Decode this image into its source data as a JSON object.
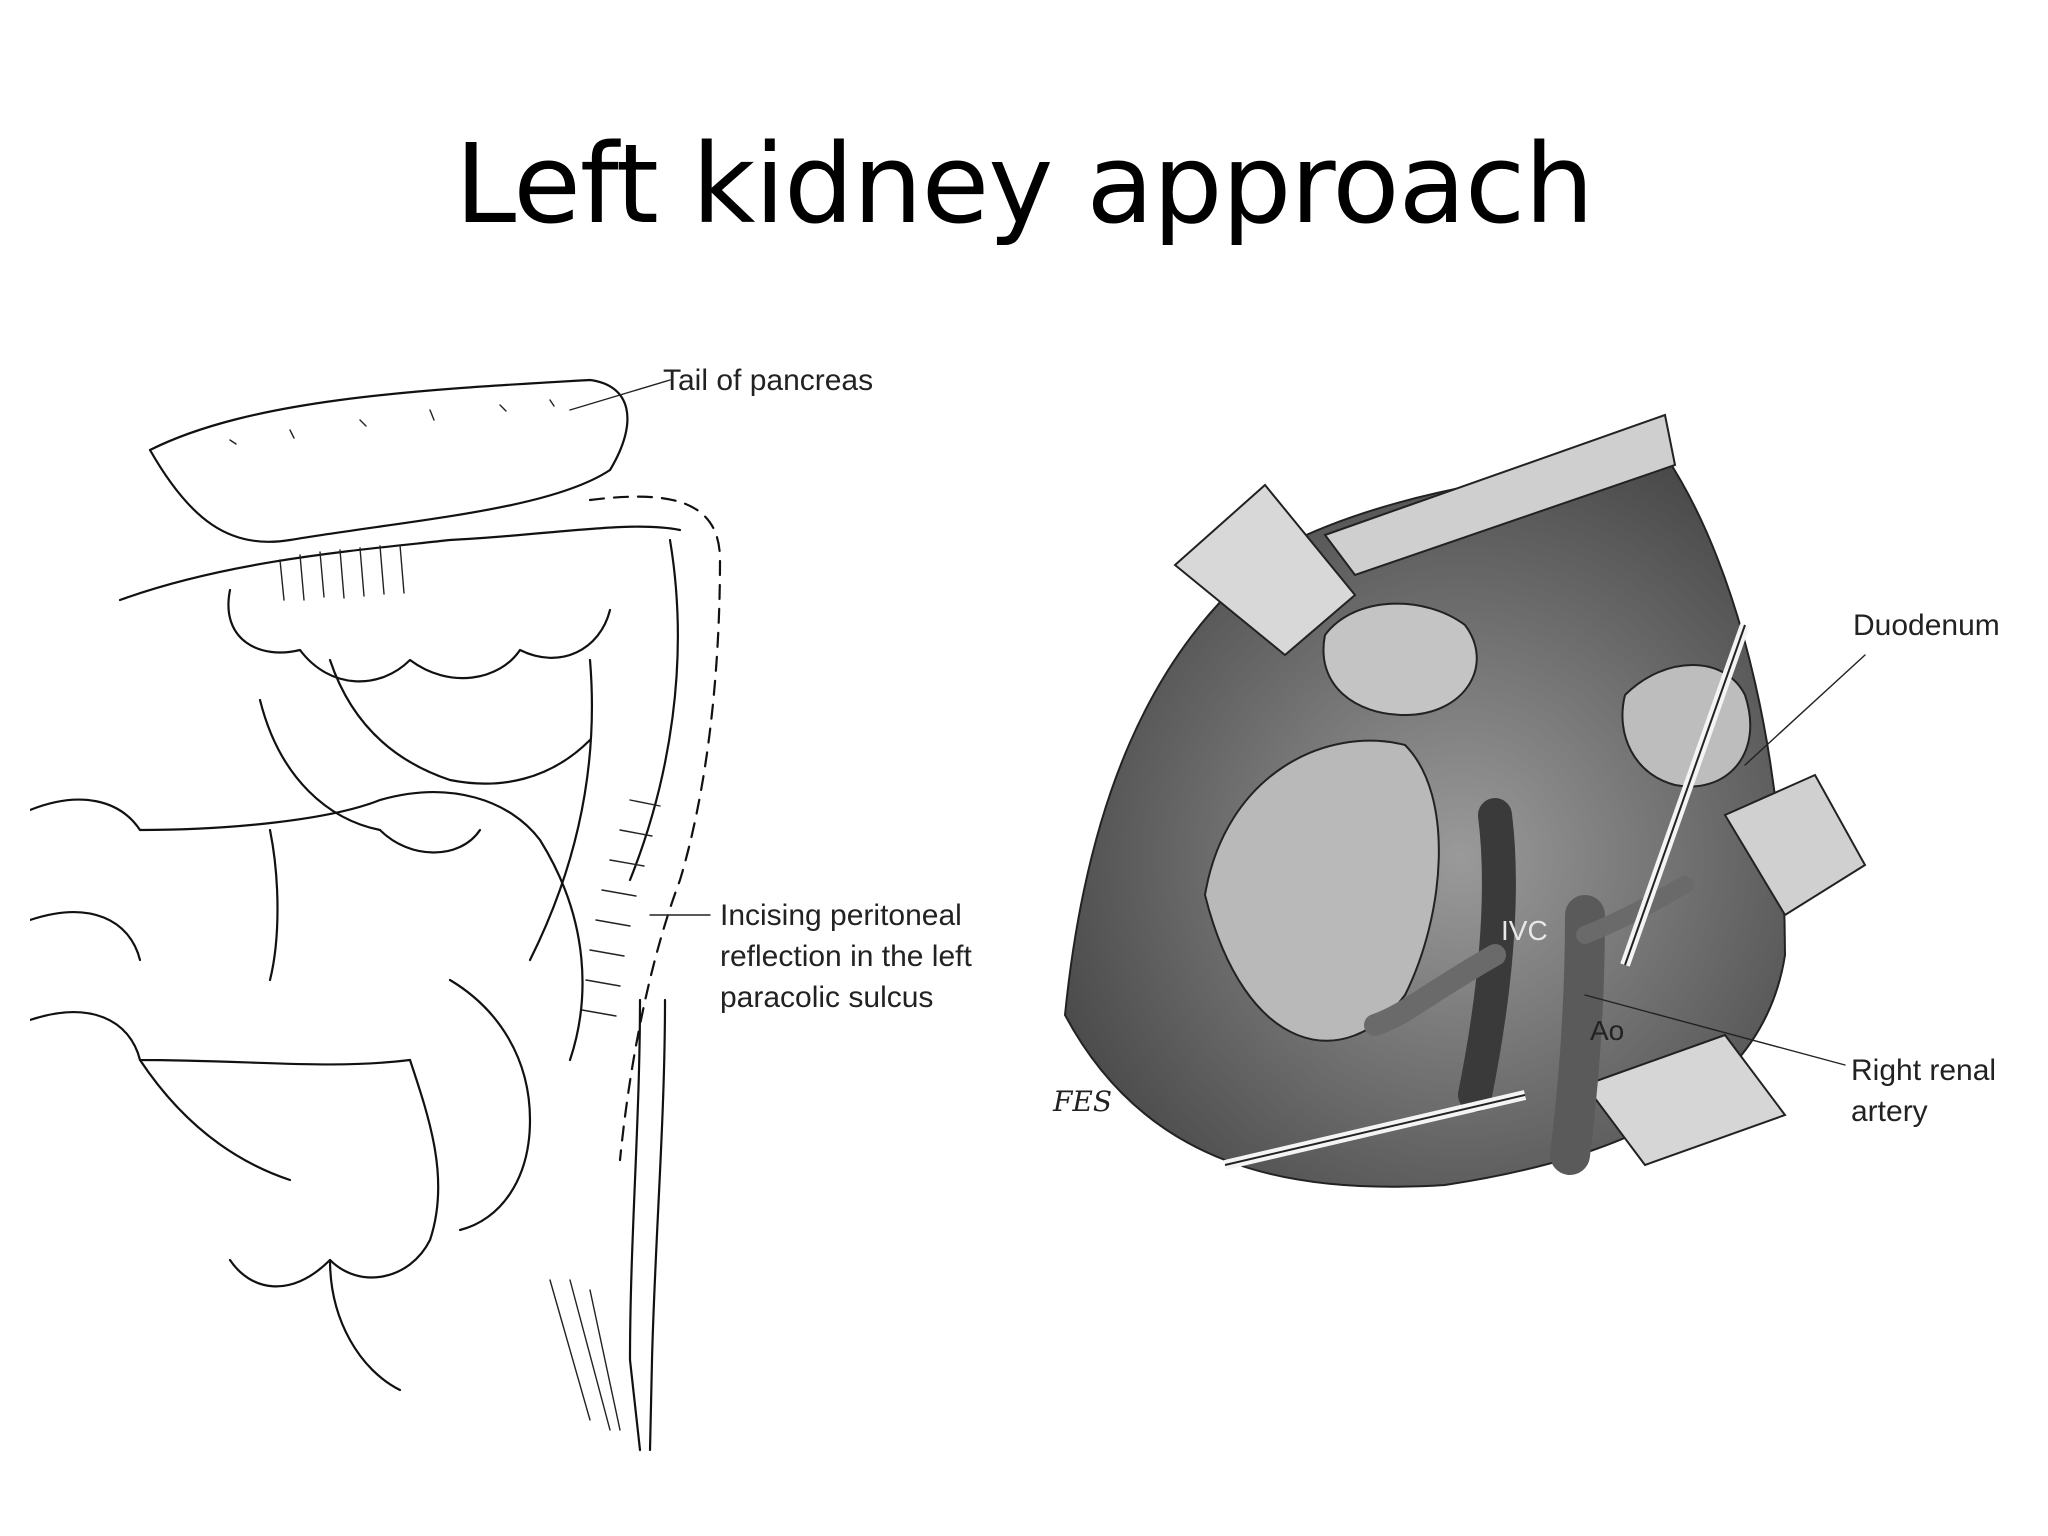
{
  "slide": {
    "title": "Left kidney approach"
  },
  "left_figure": {
    "labels": {
      "tail_of_pancreas": "Tail of pancreas",
      "incising": "Incising peritoneal\nreflection in the left\nparacolic sulcus"
    }
  },
  "right_figure": {
    "labels": {
      "duodenum": "Duodenum",
      "ivc": "IVC",
      "ao": "Ao",
      "right_renal_artery": "Right renal\nartery",
      "artist_signature": "FES"
    }
  }
}
